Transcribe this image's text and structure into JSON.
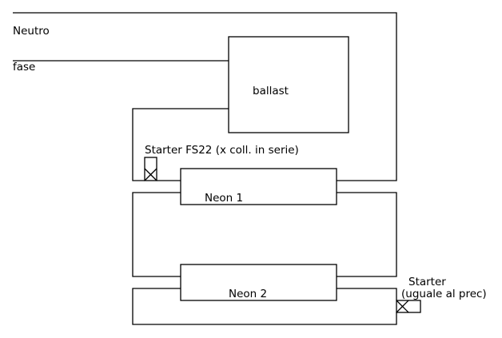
{
  "diagram": {
    "title": "Neon lamp wiring (series connection)",
    "labels": {
      "neutral": "Neutro",
      "phase": "fase",
      "ballast": "ballast",
      "starter1": "Starter FS22 (x coll. in serie)",
      "neon1": "Neon 1",
      "neon2": "Neon 2",
      "starter2_line1": "Starter",
      "starter2_line2": "(uguale al prec)"
    },
    "components": [
      {
        "id": "ballast",
        "type": "ballast"
      },
      {
        "id": "starter1",
        "type": "starter"
      },
      {
        "id": "neon1",
        "type": "fluorescent-tube"
      },
      {
        "id": "neon2",
        "type": "fluorescent-tube"
      },
      {
        "id": "starter2",
        "type": "starter"
      }
    ],
    "connections": [
      [
        "fase",
        "ballast"
      ],
      [
        "ballast",
        "starter1"
      ],
      [
        "starter1",
        "neon1"
      ],
      [
        "neon1",
        "neon2"
      ],
      [
        "neon2",
        "starter2"
      ],
      [
        "neon1",
        "Neutro"
      ]
    ]
  }
}
